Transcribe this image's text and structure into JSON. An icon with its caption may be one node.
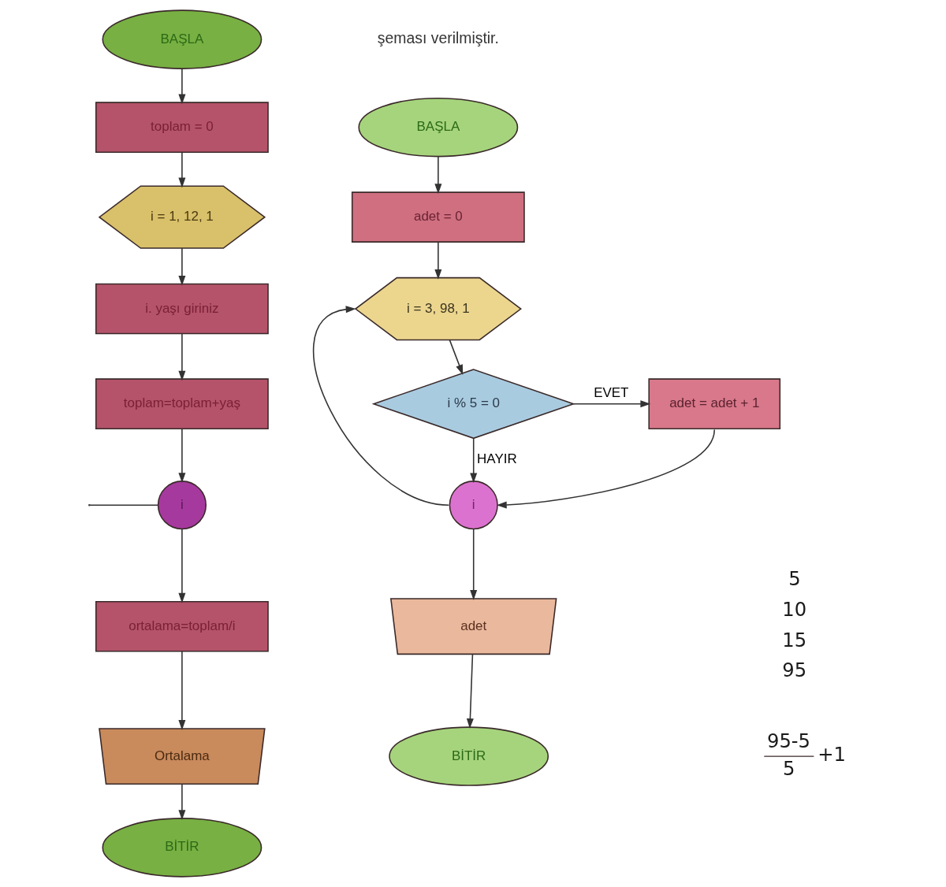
{
  "diagram": {
    "nodes": [
      {
        "text": [
          "BAŞLA"
        ]
      },
      {
        "text": [
          "toplam = 0"
        ]
      },
      {
        "text": [
          "i = 1, 12, 1"
        ]
      },
      {
        "text": [
          "i. yaşı giriniz"
        ]
      },
      {
        "text": [
          "toplam=toplam+yaş"
        ]
      },
      {
        "text": [
          "i"
        ]
      },
      {
        "text": [
          "ortalama=toplam/i"
        ]
      },
      {
        "text": [
          "Ortalama"
        ]
      },
      {
        "text": [
          "BİTİR"
        ]
      },
      {
        "text": [
          "BAŞLA"
        ]
      },
      {
        "text": [
          "adet = 0"
        ]
      },
      {
        "text": [
          "i = 3, 98, 1"
        ]
      },
      {
        "text": [
          "i % 5 = 0"
        ]
      },
      {
        "text": [
          "adet = adet + 1"
        ]
      },
      {
        "text": [
          "i"
        ]
      },
      {
        "text": [
          "adet"
        ]
      },
      {
        "text": [
          "BİTİR"
        ]
      }
    ],
    "edges": [
      {
        "from": 0,
        "to": 1,
        "arrow": "to"
      },
      {
        "from": 1,
        "to": 2,
        "arrow": "to"
      },
      {
        "from": 2,
        "to": 3,
        "arrow": "to"
      },
      {
        "from": 3,
        "to": 4,
        "arrow": "to"
      },
      {
        "from": 4,
        "to": 5,
        "arrow": "to"
      },
      {
        "from": 5,
        "to": null,
        "arrow": "none"
      },
      {
        "from": 5,
        "to": 6,
        "arrow": "to"
      },
      {
        "from": 6,
        "to": 7,
        "arrow": "to"
      },
      {
        "from": 7,
        "to": 8,
        "arrow": "to"
      },
      {
        "from": 9,
        "to": 10,
        "arrow": "to"
      },
      {
        "from": 10,
        "to": 11,
        "arrow": "to"
      },
      {
        "from": 11,
        "to": 12,
        "arrow": "to"
      },
      {
        "from": 12,
        "to": 13,
        "arrow": "to",
        "label": "EVET"
      },
      {
        "from": 12,
        "to": 14,
        "arrow": "to",
        "label": "HAYIR"
      },
      {
        "from": 13,
        "to": 14,
        "arrow": "to"
      },
      {
        "from": 14,
        "to": 11,
        "arrow": "to"
      },
      {
        "from": 14,
        "to": 15,
        "arrow": "to"
      },
      {
        "from": 15,
        "to": 16,
        "arrow": "to"
      }
    ],
    "labels": [
      "şeması verilmiştir.",
      "5",
      "10",
      "15",
      "95",
      "95-5",
      "5",
      "+1"
    ]
  }
}
